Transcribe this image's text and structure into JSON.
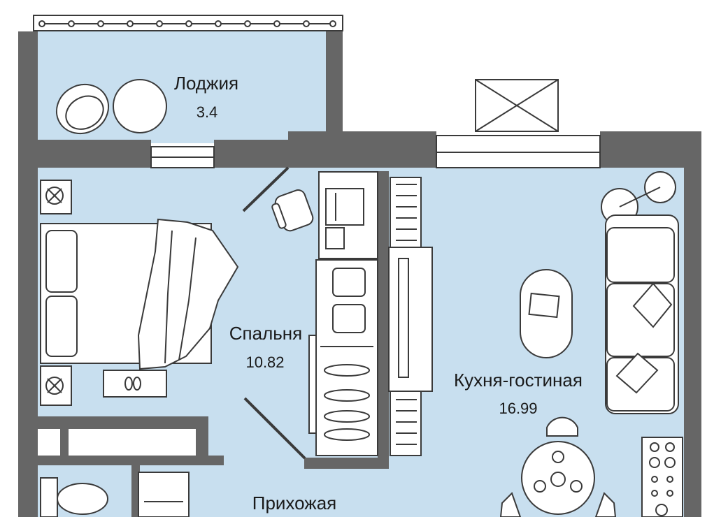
{
  "rooms": {
    "loggia": {
      "name": "Лоджия",
      "area": "3.4"
    },
    "bedroom": {
      "name": "Спальня",
      "area": "10.82"
    },
    "kitchen_living": {
      "name": "Кухня-гостиная",
      "area": "16.99"
    },
    "hallway": {
      "name": "Прихожая"
    }
  },
  "colors": {
    "floor": "#c8dfef",
    "wall": "#666666",
    "furniture_stroke": "#3a3a3a",
    "furniture_fill": "#ffffff"
  }
}
